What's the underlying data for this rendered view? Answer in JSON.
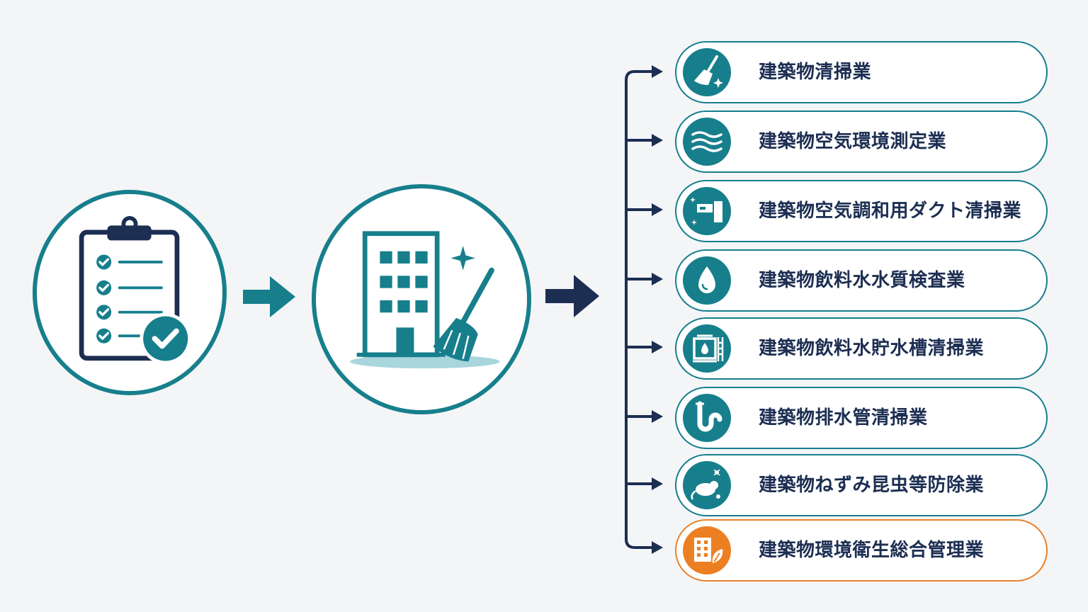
{
  "colors": {
    "teal": "#177f8c",
    "navy": "#1c2e52",
    "orange": "#ec7f22",
    "background": "#f4f5f7"
  },
  "flow": {
    "step1_icon": "clipboard-checklist-icon",
    "step2_icon": "building-cleaning-icon"
  },
  "categories": [
    {
      "label": "建築物清掃業",
      "icon": "broom-sparkle-icon"
    },
    {
      "label": "建築物空気環境測定業",
      "icon": "air-waves-icon"
    },
    {
      "label": "建築物空気調和用ダクト清掃業",
      "icon": "duct-cleaning-icon"
    },
    {
      "label": "建築物飲料水水質検査業",
      "icon": "water-drop-icon"
    },
    {
      "label": "建築物飲料水貯水槽清掃業",
      "icon": "water-tank-icon"
    },
    {
      "label": "建築物排水管清掃業",
      "icon": "drain-pipe-icon"
    },
    {
      "label": "建築物ねずみ昆虫等防除業",
      "icon": "rat-insect-icon"
    },
    {
      "label": "建築物環境衛生総合管理業",
      "icon": "building-leaf-icon",
      "highlight": true
    }
  ]
}
